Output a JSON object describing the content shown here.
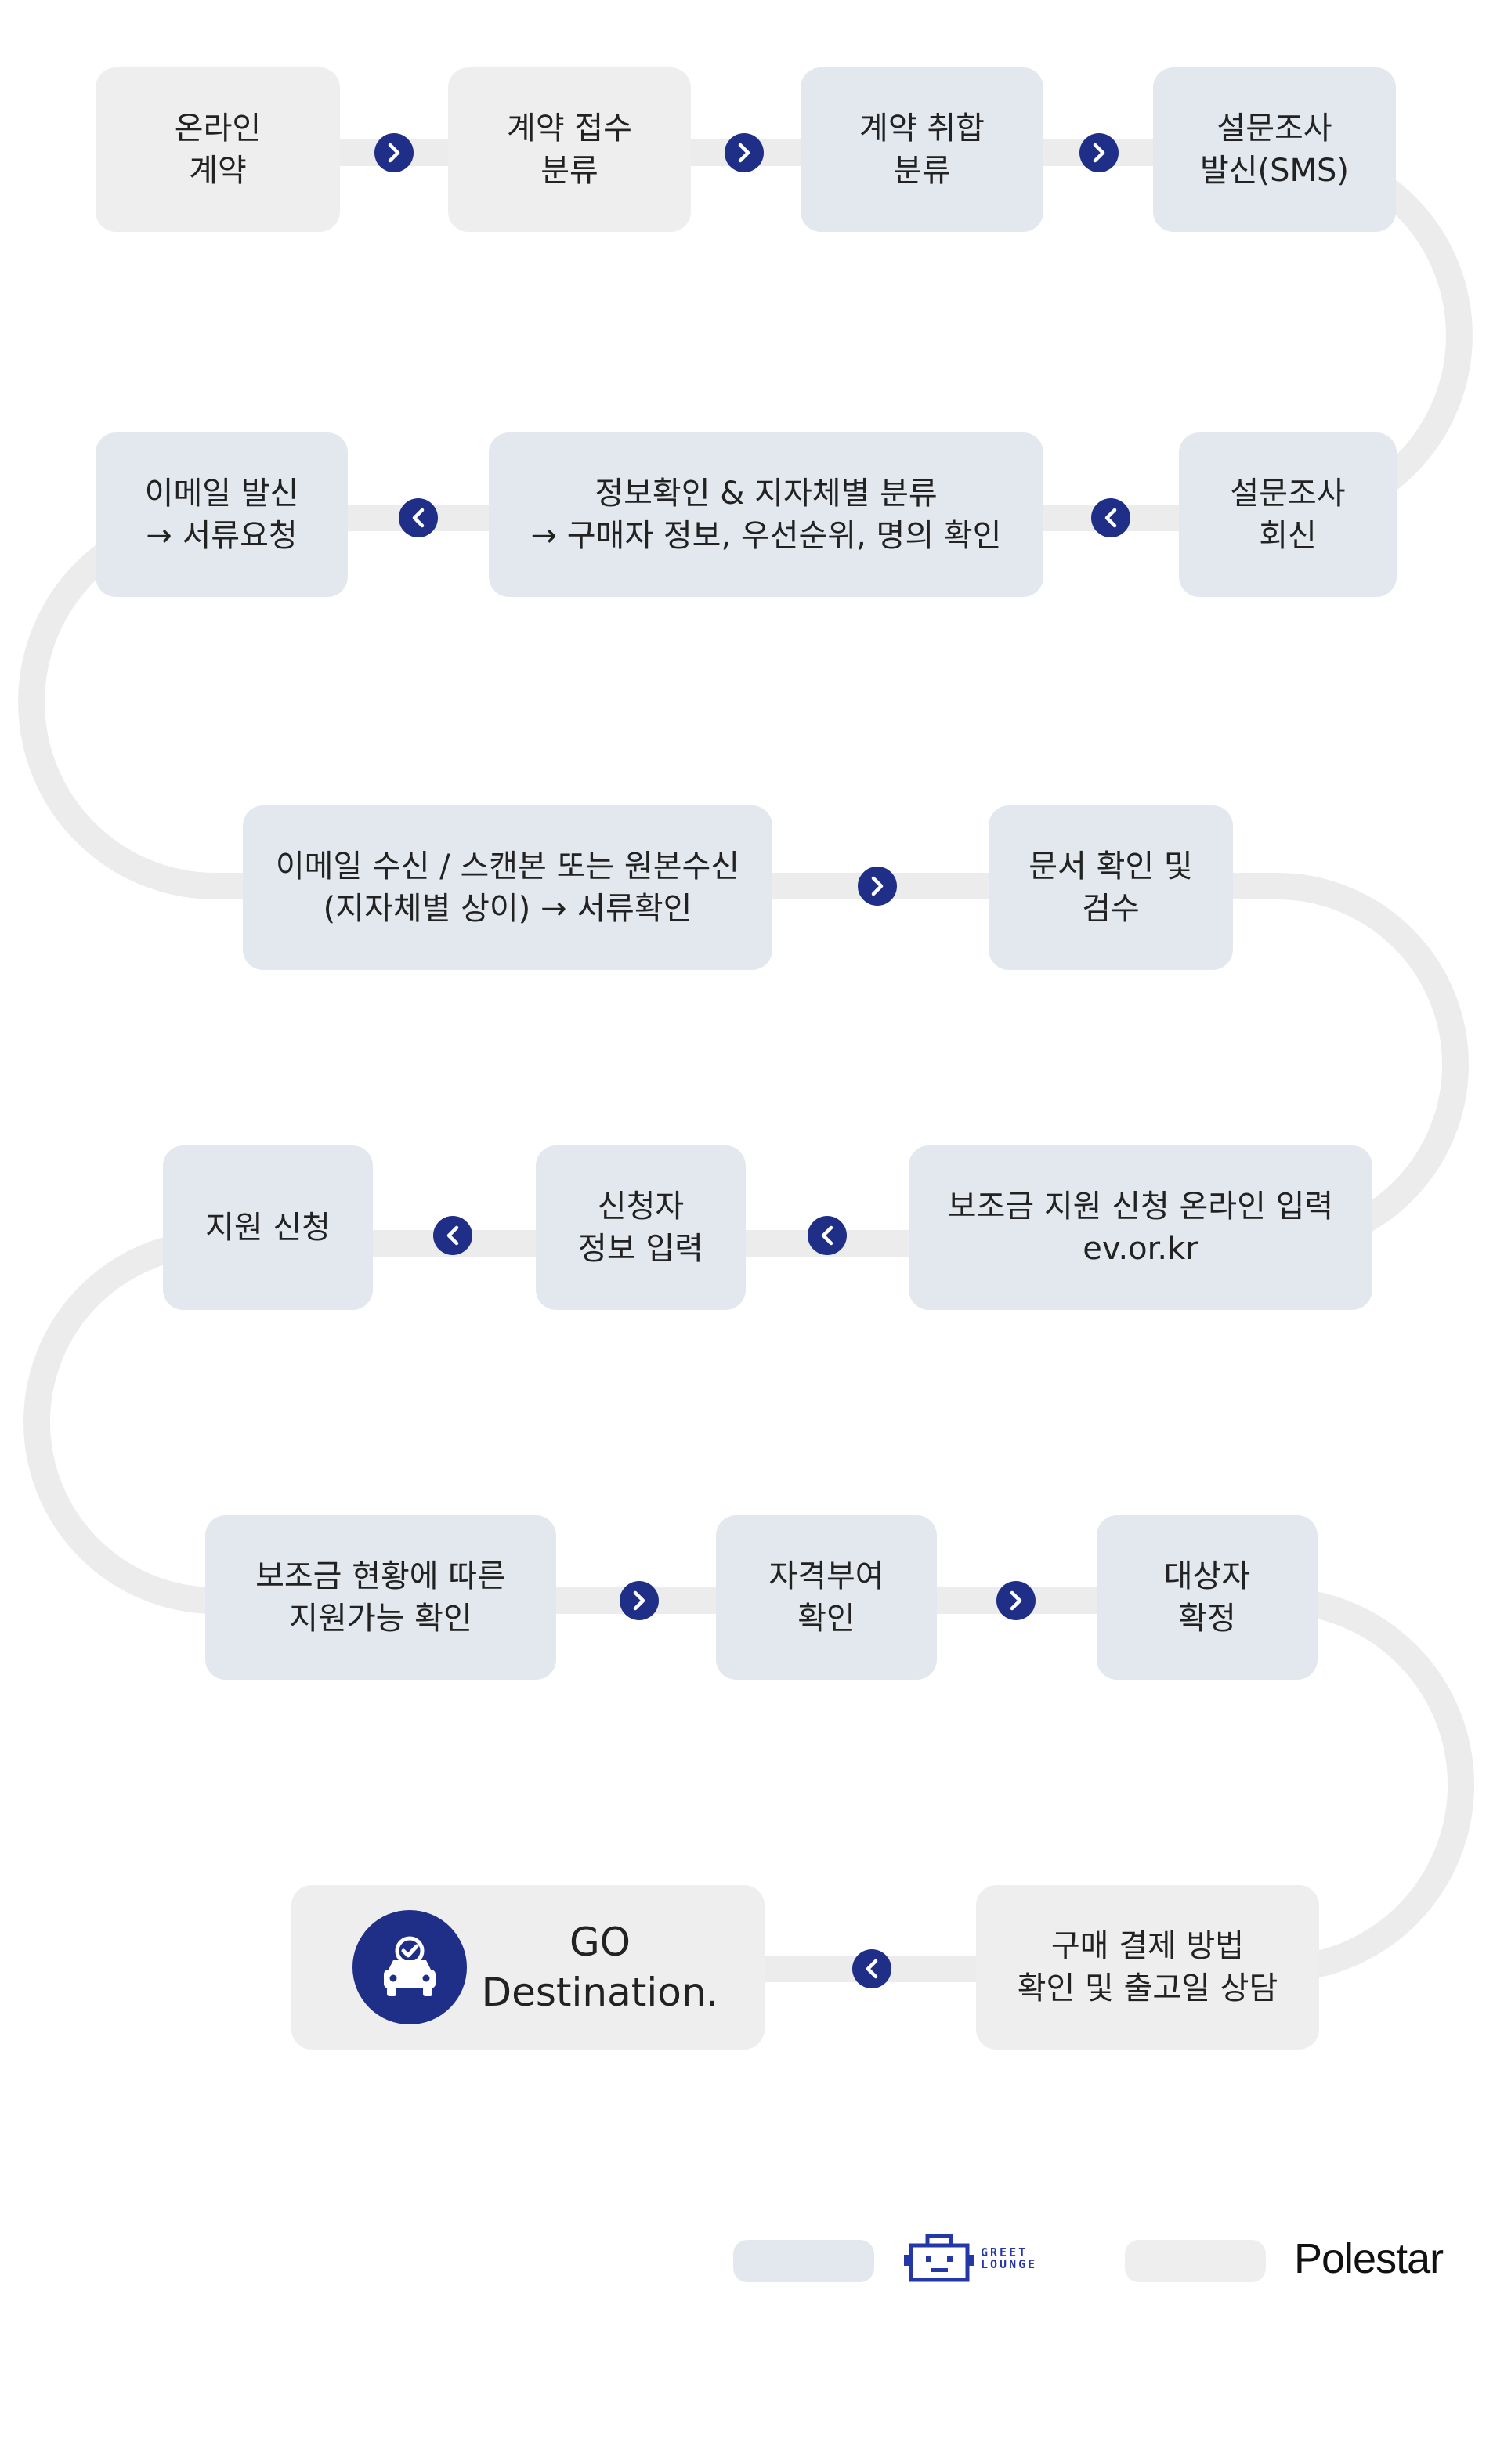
{
  "colors": {
    "gray_box": "#eeeeee",
    "blue_box": "#e3e8ef",
    "track": "#ececec",
    "accent": "#1f2e86",
    "greet_logo": "#2437a6"
  },
  "steps": [
    {
      "id": "online-contract",
      "lines": [
        "온라인",
        "계약"
      ],
      "style": "gray"
    },
    {
      "id": "contract-intake",
      "lines": [
        "계약 접수",
        "분류"
      ],
      "style": "gray"
    },
    {
      "id": "contract-cancel",
      "lines": [
        "계약 취합",
        "분류"
      ],
      "style": "blue"
    },
    {
      "id": "survey-send",
      "lines": [
        "설문조사",
        "발신(SMS)"
      ],
      "style": "blue"
    },
    {
      "id": "survey-reply",
      "lines": [
        "설문조사",
        "회신"
      ],
      "style": "blue"
    },
    {
      "id": "info-check",
      "lines": [
        "정보확인 & 지자체별 분류",
        "→ 구매자 정보, 우선순위, 명의 확인"
      ],
      "style": "blue"
    },
    {
      "id": "email-send",
      "lines": [
        "이메일 발신",
        "→ 서류요청"
      ],
      "style": "blue"
    },
    {
      "id": "email-receive",
      "lines": [
        "이메일 수신 / 스캔본 또는 원본수신",
        "(지자체별 상이) → 서류확인"
      ],
      "style": "blue"
    },
    {
      "id": "doc-review",
      "lines": [
        "문서 확인 및",
        "검수"
      ],
      "style": "blue"
    },
    {
      "id": "subsidy-online",
      "lines": [
        "보조금 지원 신청 온라인 입력",
        "ev.or.kr"
      ],
      "style": "blue"
    },
    {
      "id": "applicant-info",
      "lines": [
        "신청자",
        "정보 입력"
      ],
      "style": "blue"
    },
    {
      "id": "support-apply",
      "lines": [
        "지원 신청"
      ],
      "style": "blue"
    },
    {
      "id": "subsidy-status",
      "lines": [
        "보조금 현황에 따른",
        "지원가능 확인"
      ],
      "style": "blue"
    },
    {
      "id": "eligibility",
      "lines": [
        "자격부여",
        "확인"
      ],
      "style": "blue"
    },
    {
      "id": "target-confirm",
      "lines": [
        "대상자",
        "확정"
      ],
      "style": "blue"
    },
    {
      "id": "payment-consult",
      "lines": [
        "구매 결제 방법",
        "확인 및 출고일 상담"
      ],
      "style": "gray"
    }
  ],
  "goal": {
    "lines": [
      "GO",
      "Destination."
    ],
    "icon": "car-check-icon"
  },
  "arrows": [
    {
      "dir": "right"
    },
    {
      "dir": "right"
    },
    {
      "dir": "right"
    },
    {
      "dir": "left"
    },
    {
      "dir": "left"
    },
    {
      "dir": "right"
    },
    {
      "dir": "left"
    },
    {
      "dir": "left"
    },
    {
      "dir": "right"
    },
    {
      "dir": "right"
    },
    {
      "dir": "left"
    }
  ],
  "legend": {
    "greet_lounge": {
      "line1": "GREET",
      "line2": "LOUNGE",
      "icon": "robot-icon"
    },
    "polestar": "Polestar"
  }
}
